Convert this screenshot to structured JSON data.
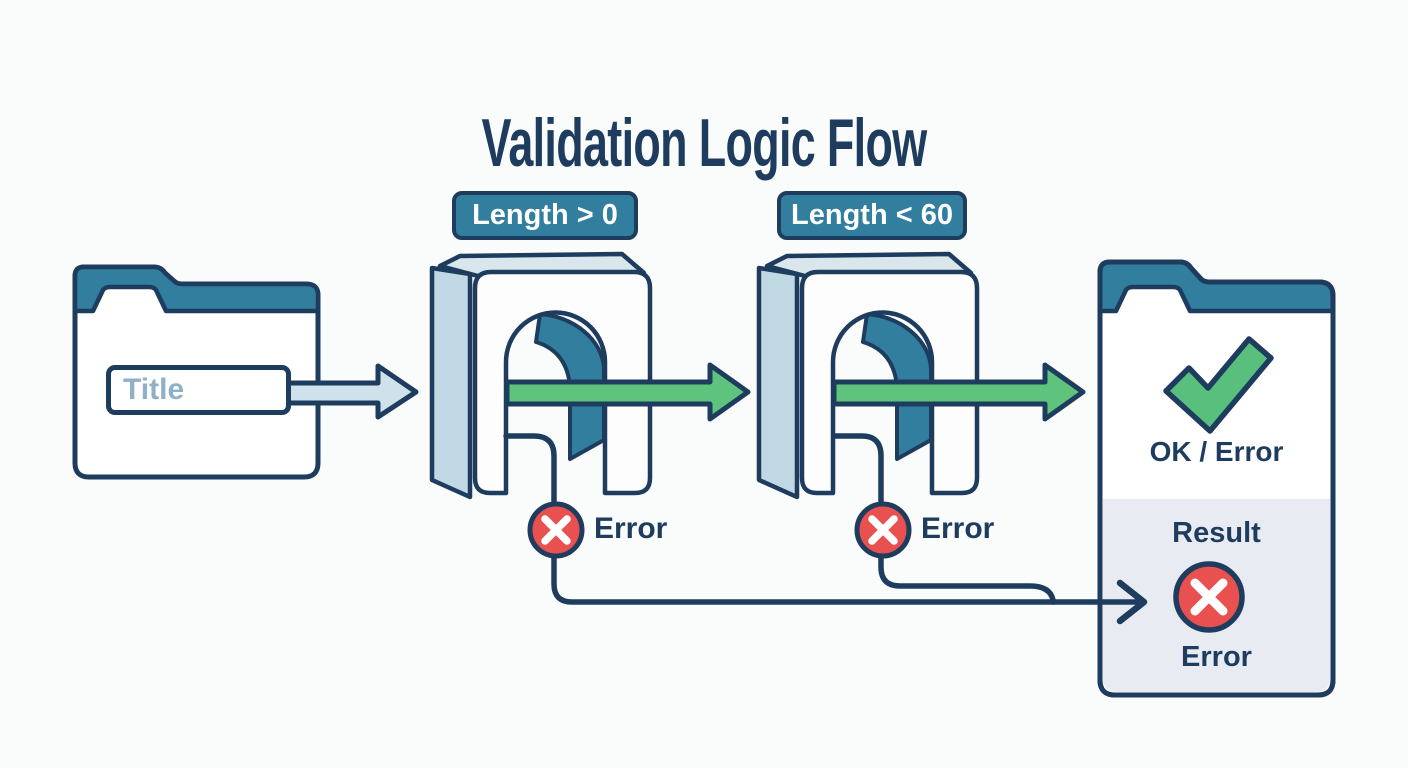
{
  "title": "Validation Logic Flow",
  "input_card": {
    "field_placeholder": "Title"
  },
  "gates": [
    {
      "label": "Length > 0",
      "error_label": "Error"
    },
    {
      "label": "Length < 60",
      "error_label": "Error"
    }
  ],
  "result_card": {
    "status_label": "OK / Error",
    "section_title": "Result",
    "error_label": "Error"
  },
  "icons": {
    "success": "check-icon",
    "failure": "x-circle-icon",
    "flow": "arrow-right-icon"
  },
  "colors": {
    "navy": "#1d3c5e",
    "teal": "#327e9e",
    "green": "#5ec47d",
    "check_green": "#58c07c",
    "red": "#e8514f",
    "side_blue": "#bfd8e3",
    "top_blue": "#d9e7ed",
    "panel_gray": "#e8ecf2",
    "arrow_blue": "#cfe2ec",
    "placeholder_blue": "#8fb0c6",
    "background": "#fafbfb",
    "white": "#fdfdfd"
  }
}
